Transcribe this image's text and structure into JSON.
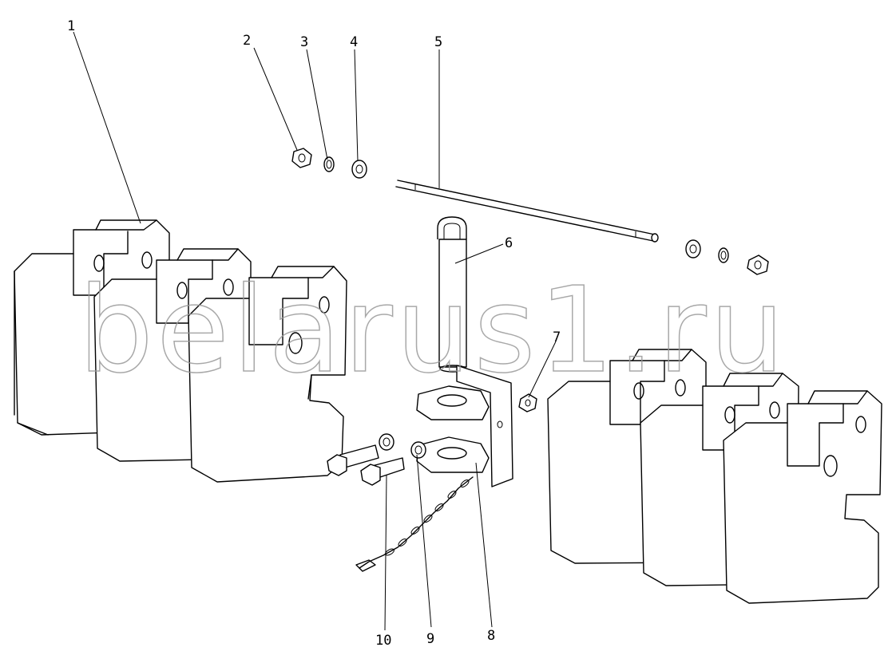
{
  "watermark": "belarus1.ru",
  "callouts": [
    {
      "id": "c1",
      "label": "1"
    },
    {
      "id": "c2",
      "label": "2"
    },
    {
      "id": "c3",
      "label": "3"
    },
    {
      "id": "c4",
      "label": "4"
    },
    {
      "id": "c5",
      "label": "5"
    },
    {
      "id": "c6",
      "label": "6"
    },
    {
      "id": "c7",
      "label": "7"
    },
    {
      "id": "c8",
      "label": "8"
    },
    {
      "id": "c9",
      "label": "9"
    },
    {
      "id": "c10",
      "label": "10"
    }
  ]
}
